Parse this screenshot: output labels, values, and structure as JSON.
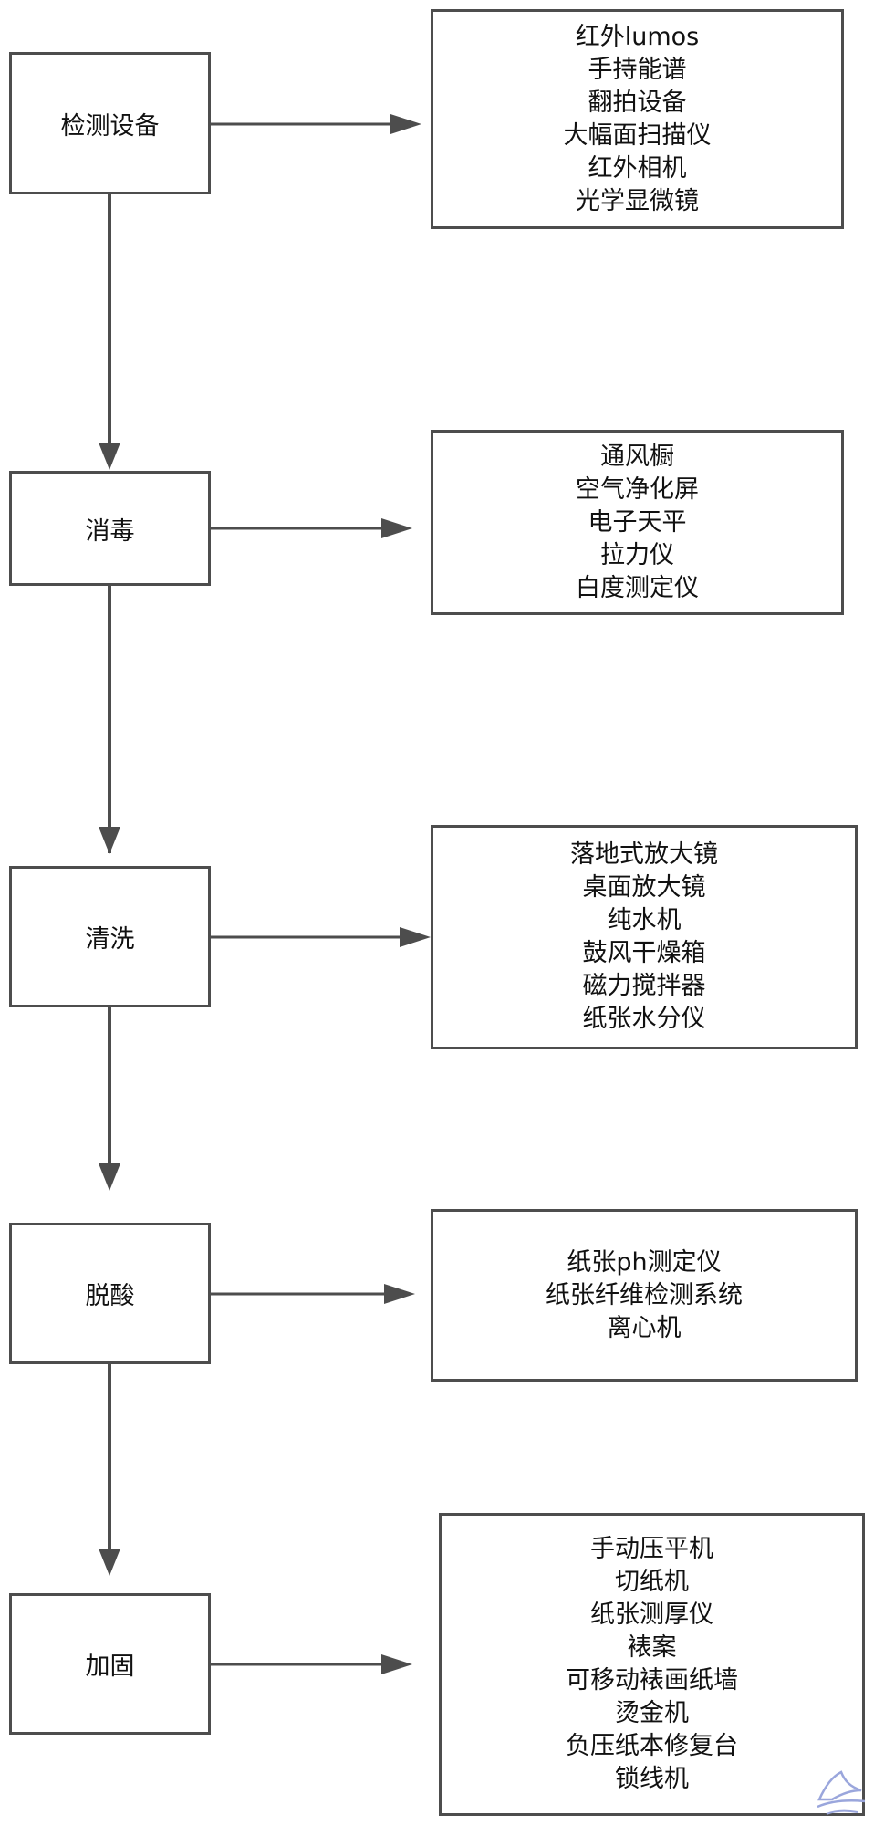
{
  "colors": {
    "stroke": "#4d4d4d",
    "text": "#111111",
    "background": "#ffffff",
    "logo": "#9aa6dc"
  },
  "steps": [
    {
      "label": "检测设备",
      "equipment": [
        "红外lumos",
        "手持能谱",
        "翻拍设备",
        "大幅面扫描仪",
        "红外相机",
        "光学显微镜"
      ]
    },
    {
      "label": "消毒",
      "equipment": [
        "通风橱",
        "空气净化屏",
        "电子天平",
        "拉力仪",
        "白度测定仪"
      ]
    },
    {
      "label": "清洗",
      "equipment": [
        "落地式放大镜",
        "桌面放大镜",
        "纯水机",
        "鼓风干燥箱",
        "磁力搅拌器",
        "纸张水分仪"
      ]
    },
    {
      "label": "脱酸",
      "equipment": [
        "纸张ph测定仪",
        "纸张纤维检测系统",
        "离心机"
      ]
    },
    {
      "label": "加固",
      "equipment": [
        "手动压平机",
        "切纸机",
        "纸张测厚仪",
        "裱案",
        "可移动裱画纸墙",
        "烫金机",
        "负压纸本修复台",
        "锁线机"
      ]
    }
  ],
  "watermark": {
    "icon": "mountain-logo-icon"
  }
}
